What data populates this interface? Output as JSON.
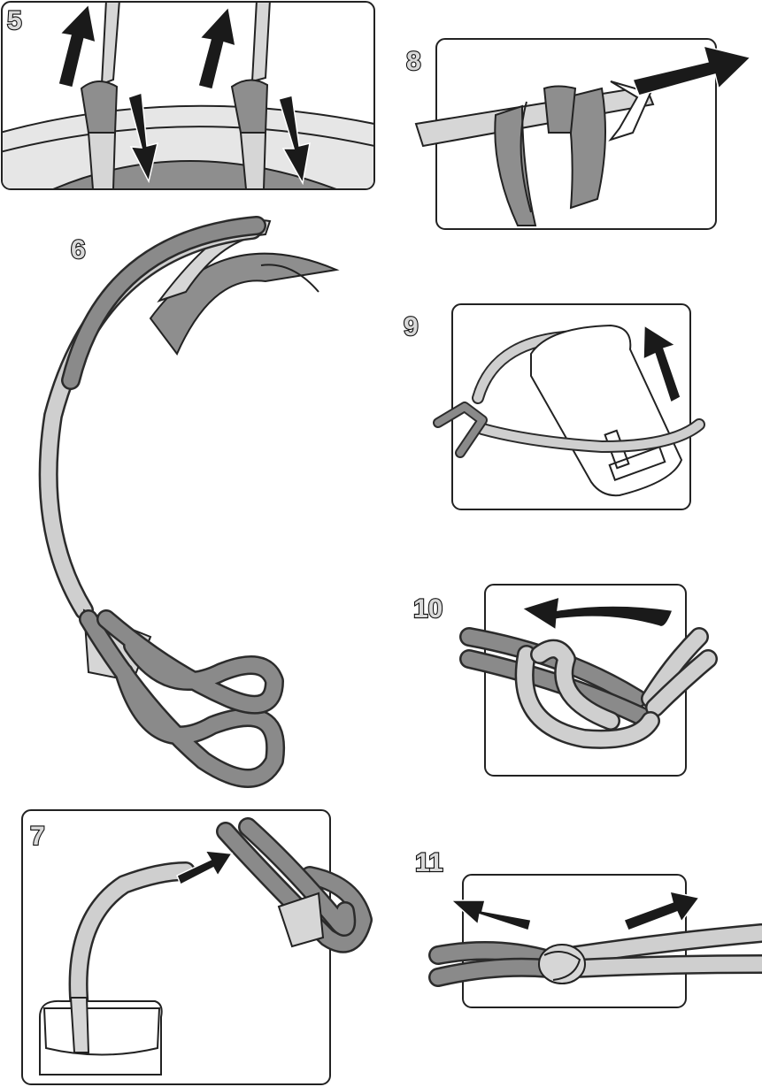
{
  "steps": [
    {
      "number": "5"
    },
    {
      "number": "6"
    },
    {
      "number": "7"
    },
    {
      "number": "8"
    },
    {
      "number": "9"
    },
    {
      "number": "10"
    },
    {
      "number": "11"
    }
  ],
  "colors": {
    "outline": "#222222",
    "strap_dark": "#8a8a8a",
    "strap_light": "#cfcfcf",
    "arrow": "#1a1a1a",
    "panel_bg": "#ffffff"
  },
  "icons": [
    "up-arrow-icon",
    "down-arrow-icon",
    "right-arrow-icon",
    "curved-arrow-icon"
  ]
}
